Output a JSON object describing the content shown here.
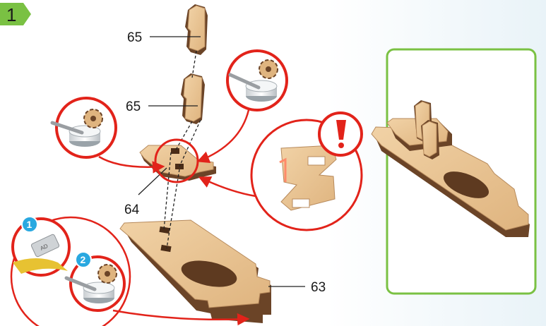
{
  "step": {
    "number": "1",
    "badge_color": "#7ac143"
  },
  "labels": {
    "part_65_top": "65",
    "part_65_mid": "65",
    "part_64": "64",
    "part_63": "63"
  },
  "substeps": {
    "first": "1",
    "second": "2"
  },
  "tube_text": "AD",
  "icons": {
    "glue": "glue-pot-with-gear-icon",
    "warning": "exclamation-icon",
    "sandpaper": "sandpaper-roll-icon"
  },
  "colors": {
    "wood": "#e8c495",
    "wood_edge": "#6b4427",
    "wood_dark": "#8a5a36",
    "callout_red": "#e2231a",
    "result_frame": "#7ac143",
    "substep_blue": "#29a8e0",
    "tape_yellow": "#e7c232"
  }
}
